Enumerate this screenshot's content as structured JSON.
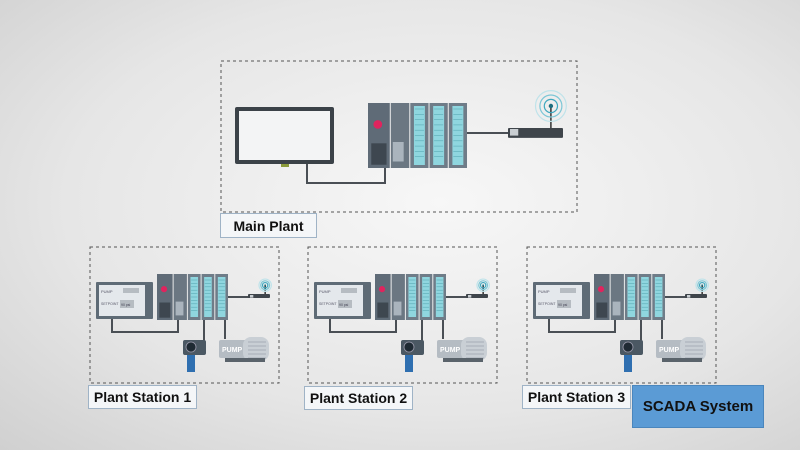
{
  "main_plant": {
    "label": "Main Plant"
  },
  "stations": [
    {
      "label": "Plant Station 1"
    },
    {
      "label": "Plant Station 2"
    },
    {
      "label": "Plant Station 3"
    }
  ],
  "hmi_screen": {
    "line1": "PUMP",
    "line2": "SETPOINT",
    "value": "90 psi"
  },
  "pump_label": "PUMP",
  "scada": {
    "label": "SCADA System"
  },
  "colors": {
    "scada_blue": "#5b9bd5",
    "plc_gray": "#5f6b77",
    "io_module": "#8fd6df",
    "cable": "#4a4f55",
    "status_red": "#e0245e"
  }
}
